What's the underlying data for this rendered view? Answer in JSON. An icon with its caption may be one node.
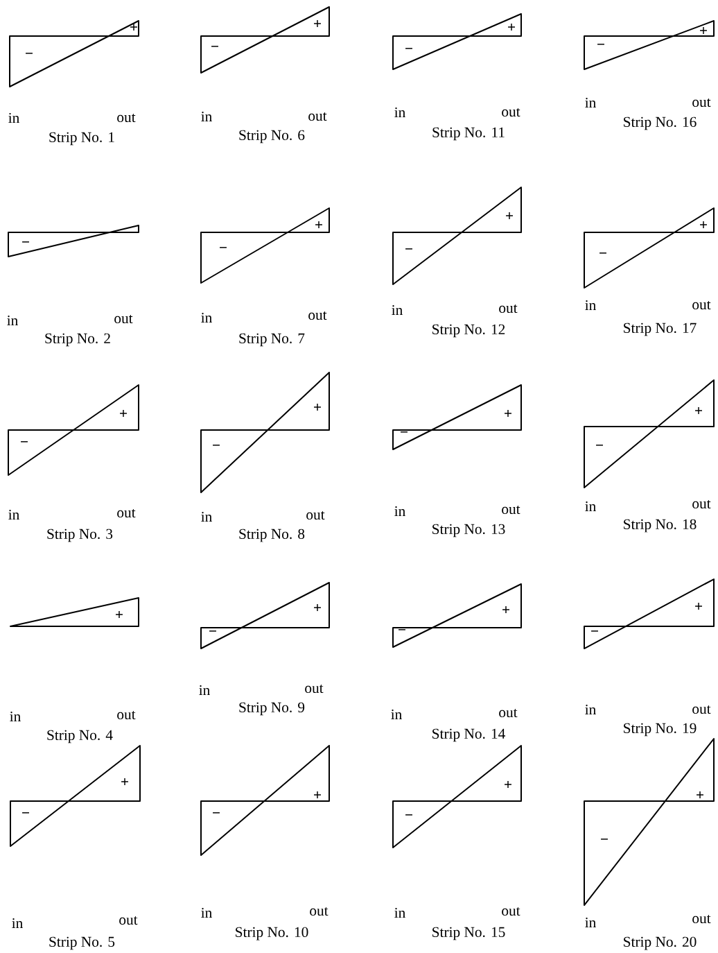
{
  "diagram": {
    "labels": [
      "−",
      "+",
      "in",
      "out",
      "Strip No. 1",
      "−",
      "+",
      "in",
      "out",
      "Strip No. 6",
      "−",
      "+",
      "in",
      "out",
      "Strip No. 11",
      "−",
      "+",
      "in",
      "out",
      "Strip No. 16",
      "−",
      "in",
      "out",
      "Strip No. 2",
      "−",
      "+",
      "in",
      "out",
      "Strip No. 7",
      "−",
      "+",
      "in",
      "out",
      "Strip No. 12",
      "−",
      "+",
      "in",
      "out",
      "Strip No. 17",
      "−",
      "+",
      "in",
      "out",
      "Strip No. 3",
      "−",
      "+",
      "in",
      "out",
      "Strip No. 8",
      "−",
      "+",
      "in",
      "out",
      "Strip No. 13",
      "−",
      "+",
      "in",
      "out",
      "Strip No. 18",
      "+",
      "in",
      "out",
      "Strip No. 4",
      "−",
      "+",
      "in",
      "out",
      "Strip No. 9",
      "−",
      "+",
      "in",
      "out",
      "Strip No. 14",
      "−",
      "+",
      "in",
      "out",
      "Strip No. 19",
      "−",
      "+",
      "in",
      "out",
      "Strip No. 5",
      "−",
      "+",
      "in",
      "out",
      "Strip No. 10",
      "−",
      "+",
      "in",
      "out",
      "Strip No. 15",
      "−",
      "+",
      "in",
      "out",
      "Strip No. 20"
    ]
  }
}
